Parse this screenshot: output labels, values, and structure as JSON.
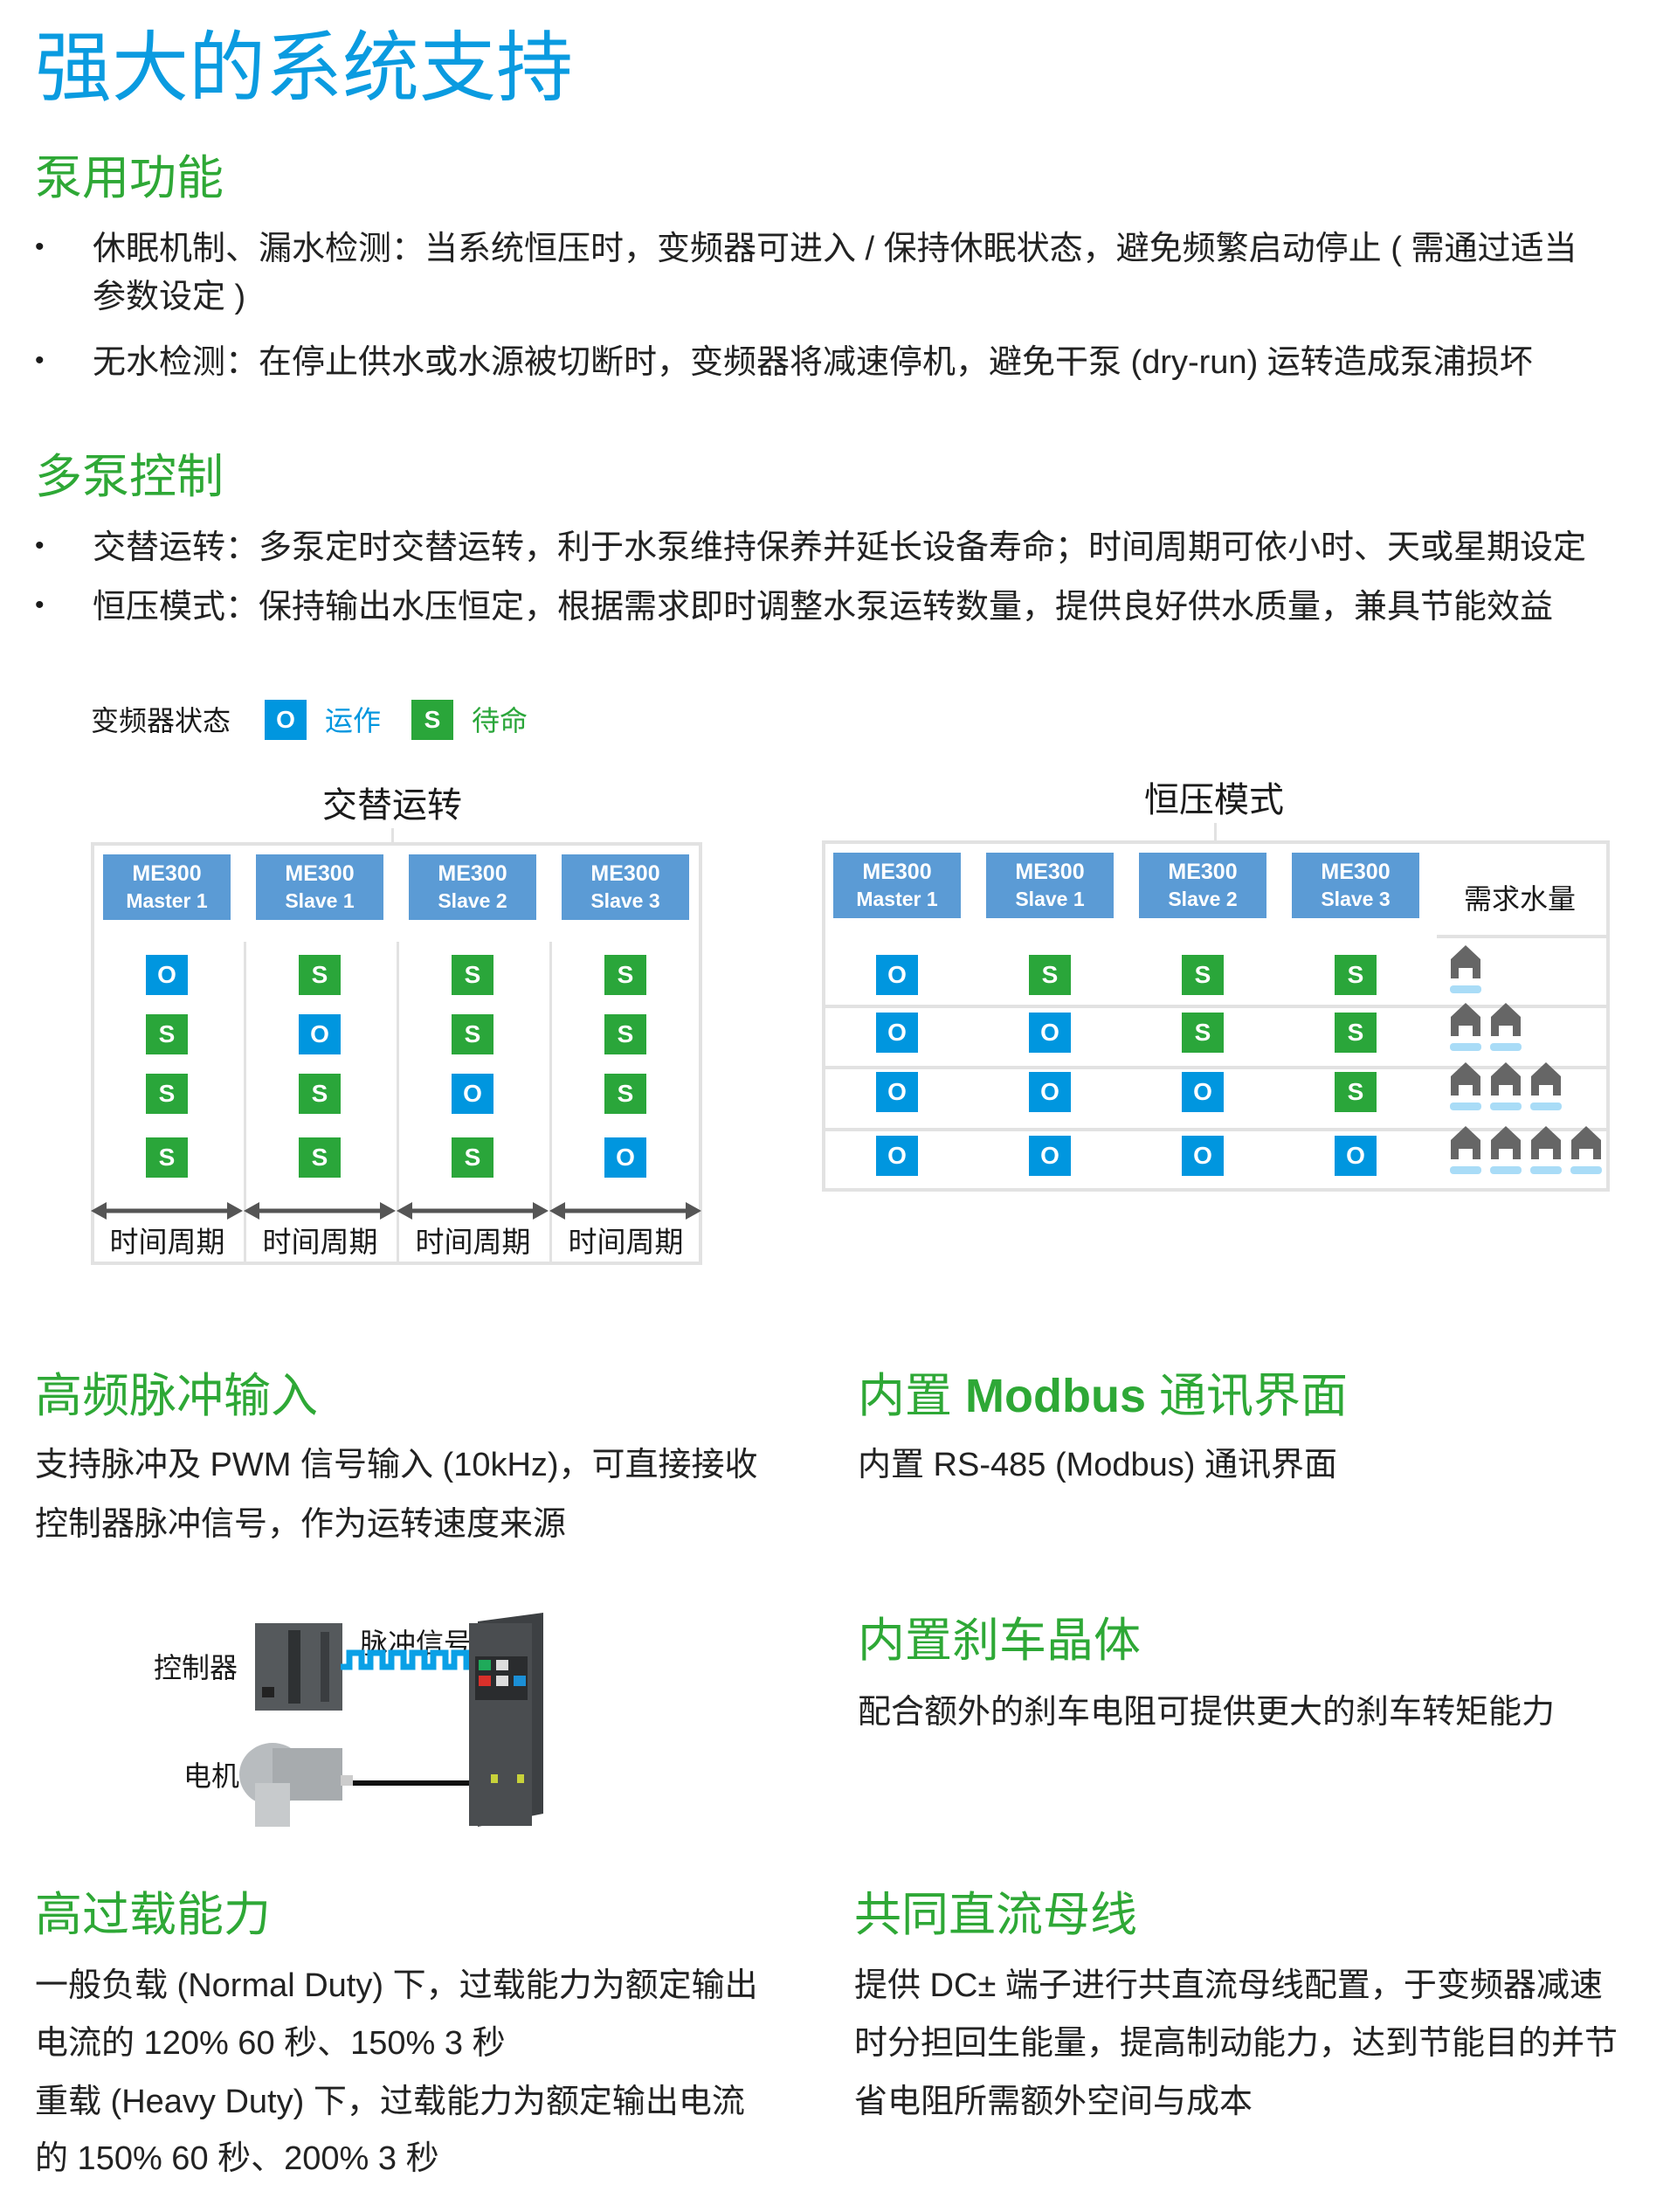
{
  "title": "强大的系统支持",
  "pump": {
    "heading": "泵用功能",
    "bullets": [
      {
        "line1": "休眠机制、漏水检测：当系统恒压时，变频器可进入 / 保持休眠状态，避免频繁启动停止 ( 需通过适当",
        "line2": "参数设定 )"
      },
      {
        "line1": "无水检测：在停止供水或水源被切断时，变频器将减速停机，避免干泵 (dry-run) 运转造成泵浦损坏"
      }
    ]
  },
  "multi": {
    "heading": "多泵控制",
    "bullets": [
      "交替运转：多泵定时交替运转，利于水泵维持保养并延长设备寿命；时间周期可依小时、天或星期设定",
      "恒压模式：保持输出水压恒定，根据需求即时调整水泵运转数量，提供良好供水质量，兼具节能效益"
    ]
  },
  "legend": {
    "label": "变频器状态",
    "run_symbol": "O",
    "run_label": "运作",
    "standby_symbol": "S",
    "standby_label": "待命"
  },
  "colors": {
    "title": "#0a9be0",
    "heading": "#2ea836",
    "run": "#0096df",
    "standby": "#2aa63a",
    "header": "#5b9bd5"
  },
  "alternate": {
    "title": "交替运转",
    "headers": [
      [
        "ME300",
        "Master 1"
      ],
      [
        "ME300",
        "Slave 1"
      ],
      [
        "ME300",
        "Slave 2"
      ],
      [
        "ME300",
        "Slave 3"
      ]
    ],
    "columns": [
      [
        "O",
        "S",
        "S",
        "S"
      ],
      [
        "S",
        "O",
        "S",
        "S"
      ],
      [
        "S",
        "S",
        "O",
        "S"
      ],
      [
        "S",
        "S",
        "S",
        "O"
      ]
    ],
    "period_label": "时间周期"
  },
  "constant": {
    "title": "恒压模式",
    "headers": [
      [
        "ME300",
        "Master 1"
      ],
      [
        "ME300",
        "Slave 1"
      ],
      [
        "ME300",
        "Slave 2"
      ],
      [
        "ME300",
        "Slave 3"
      ]
    ],
    "demand_label": "需求水量",
    "rows": [
      {
        "states": [
          "O",
          "S",
          "S",
          "S"
        ],
        "demand": 1
      },
      {
        "states": [
          "O",
          "O",
          "S",
          "S"
        ],
        "demand": 2
      },
      {
        "states": [
          "O",
          "O",
          "O",
          "S"
        ],
        "demand": 3
      },
      {
        "states": [
          "O",
          "O",
          "O",
          "O"
        ],
        "demand": 4
      }
    ]
  },
  "pulse": {
    "heading": "高频脉冲输入",
    "lines": [
      "支持脉冲及 PWM 信号输入 (10kHz)，可直接接收",
      "控制器脉冲信号，作为运转速度来源"
    ],
    "controller_label": "控制器",
    "signal_label": "脉冲信号",
    "motor_label": "电机"
  },
  "modbus": {
    "heading_pre": "内置 ",
    "heading_bold": "Modbus",
    "heading_post": " 通讯界面",
    "lines": [
      "内置 RS-485 (Modbus) 通讯界面"
    ]
  },
  "brake": {
    "heading": "内置刹车晶体",
    "lines": [
      "配合额外的刹车电阻可提供更大的刹车转矩能力"
    ]
  },
  "overload": {
    "heading": "高过载能力",
    "lines": [
      "一般负载 (Normal Duty) 下，过载能力为额定输出",
      "电流的 120% 60 秒、150% 3 秒",
      "重载 (Heavy Duty) 下，过载能力为额定输出电流",
      "的 150% 60 秒、200% 3 秒"
    ]
  },
  "dcbus": {
    "heading": "共同直流母线",
    "lines": [
      "提供 DC± 端子进行共直流母线配置，于变频器减速",
      "时分担回生能量，提高制动能力，达到节能目的并节",
      "省电阻所需额外空间与成本"
    ]
  }
}
